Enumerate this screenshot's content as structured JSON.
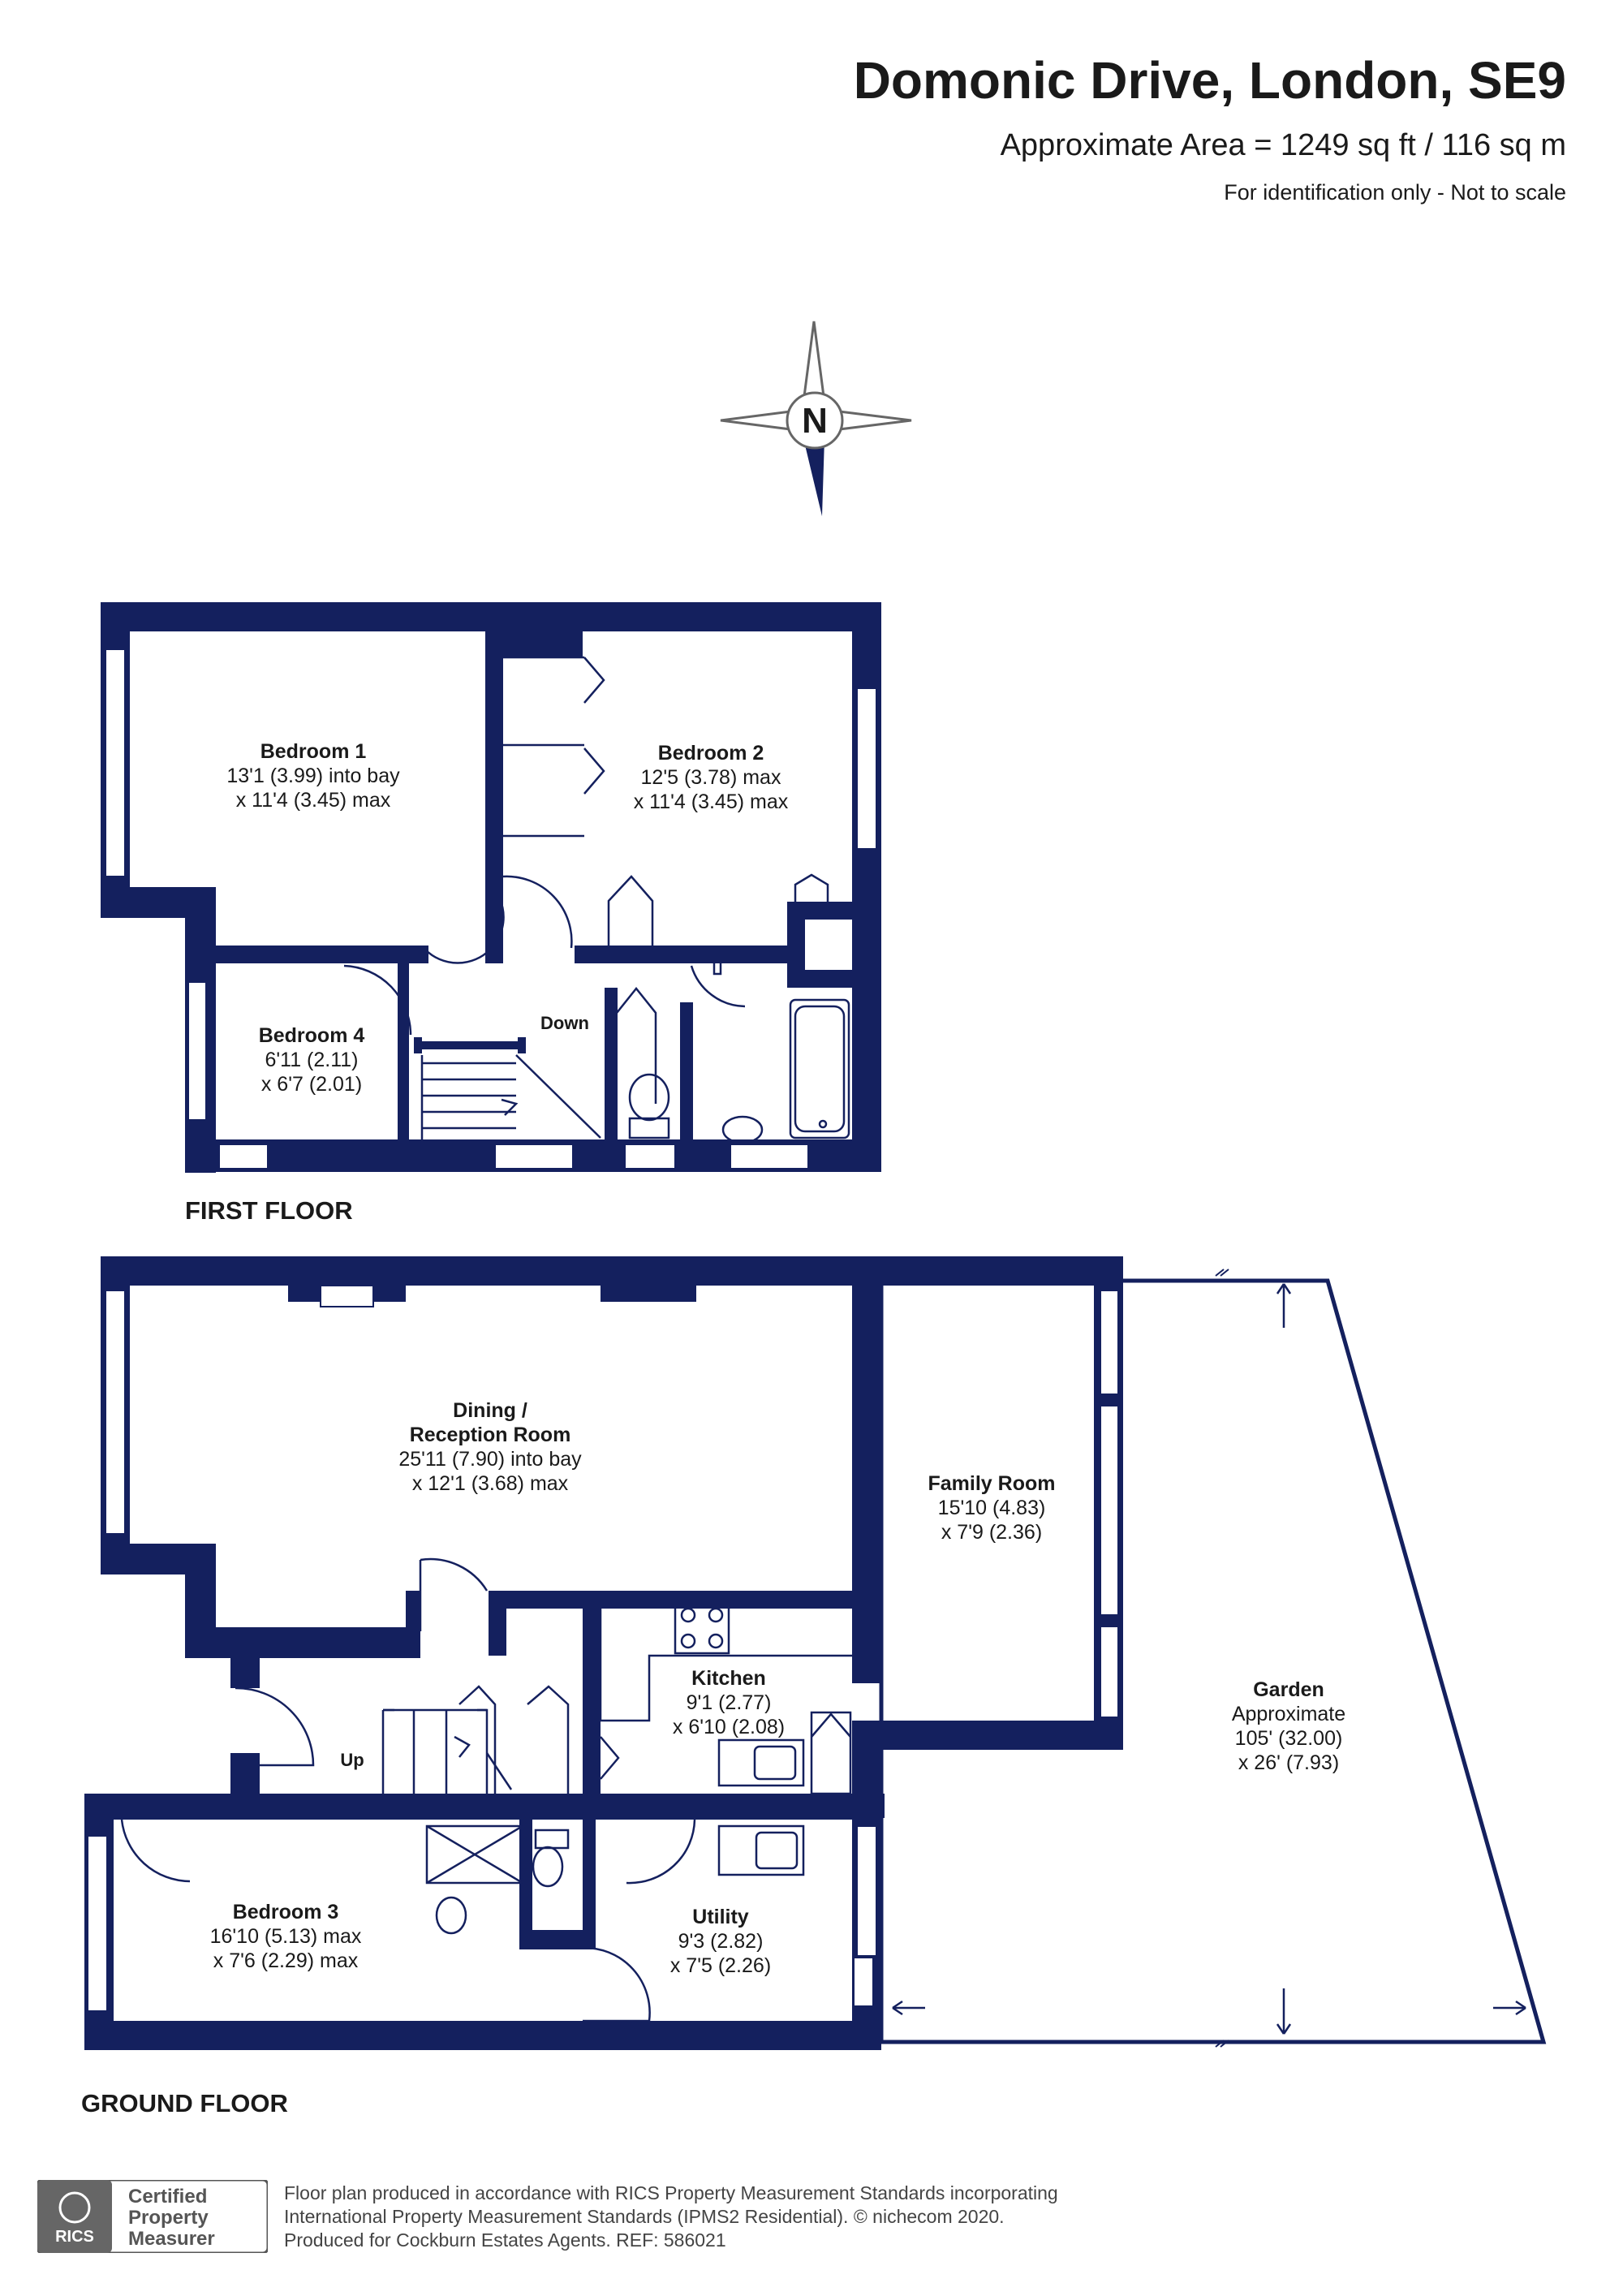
{
  "header": {
    "title": "Domonic Drive, London, SE9",
    "area": "Approximate Area = 1249 sq ft / 116 sq m",
    "note": "For identification only - Not to scale"
  },
  "compass": {
    "letter": "N",
    "icon": "compass-rose-icon"
  },
  "first_floor": {
    "label": "FIRST FLOOR",
    "down_label": "Down",
    "rooms": [
      {
        "name": "Bedroom 1",
        "dim1": "13'1 (3.99) into bay",
        "dim2": "x 11'4 (3.45) max"
      },
      {
        "name": "Bedroom 2",
        "dim1": "12'5 (3.78) max",
        "dim2": "x 11'4 (3.45) max"
      },
      {
        "name": "Bedroom 4",
        "dim1": "6'11 (2.11)",
        "dim2": "x 6'7 (2.01)"
      }
    ]
  },
  "ground_floor": {
    "label": "GROUND FLOOR",
    "up_label": "Up",
    "dining": {
      "name1": "Dining /",
      "name2": "Reception Room",
      "dim1": "25'11 (7.90) into bay",
      "dim2": "x 12'1 (3.68) max"
    },
    "family": {
      "name": "Family Room",
      "dim1": "15'10 (4.83)",
      "dim2": "x 7'9 (2.36)"
    },
    "kitchen": {
      "name": "Kitchen",
      "dim1": "9'1 (2.77)",
      "dim2": "x 6'10 (2.08)"
    },
    "bedroom3": {
      "name": "Bedroom 3",
      "dim1": "16'10 (5.13) max",
      "dim2": "x 7'6 (2.29) max"
    },
    "utility": {
      "name": "Utility",
      "dim1": "9'3 (2.82)",
      "dim2": "x 7'5 (2.26)"
    },
    "garden": {
      "name": "Garden",
      "dim1": "Approximate",
      "dim2": "105' (32.00)",
      "dim3": "x 26' (7.93)"
    }
  },
  "footer": {
    "badge": {
      "org": "RICS",
      "line1": "Certified",
      "line2": "Property",
      "line3": "Measurer"
    },
    "line1": "Floor plan produced in accordance with RICS Property Measurement Standards incorporating",
    "line2": "International Property Measurement Standards (IPMS2 Residential).   © nichecom 2020.",
    "line3": "Produced for Cockburn Estates Agents.   REF:   586021"
  },
  "colors": {
    "wall": "#14205e",
    "text": "#1a1a1a"
  }
}
